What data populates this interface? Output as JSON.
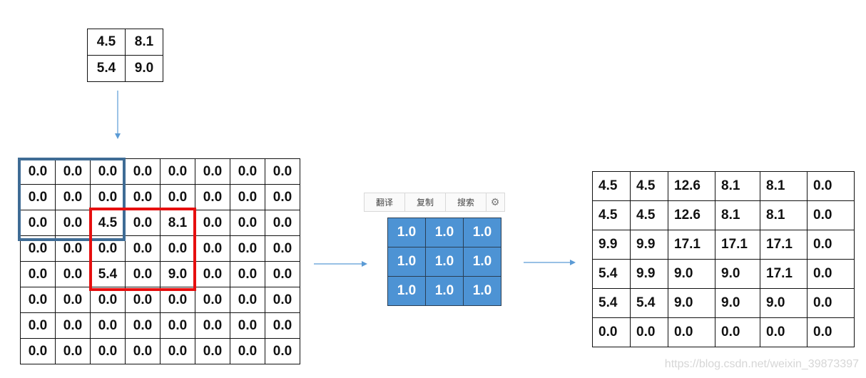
{
  "input_matrix": [
    [
      "4.5",
      "8.1"
    ],
    [
      "5.4",
      "9.0"
    ]
  ],
  "padded_matrix": [
    [
      "0.0",
      "0.0",
      "0.0",
      "0.0",
      "0.0",
      "0.0",
      "0.0",
      "0.0"
    ],
    [
      "0.0",
      "0.0",
      "0.0",
      "0.0",
      "0.0",
      "0.0",
      "0.0",
      "0.0"
    ],
    [
      "0.0",
      "0.0",
      "4.5",
      "0.0",
      "8.1",
      "0.0",
      "0.0",
      "0.0"
    ],
    [
      "0.0",
      "0.0",
      "0.0",
      "0.0",
      "0.0",
      "0.0",
      "0.0",
      "0.0"
    ],
    [
      "0.0",
      "0.0",
      "5.4",
      "0.0",
      "9.0",
      "0.0",
      "0.0",
      "0.0"
    ],
    [
      "0.0",
      "0.0",
      "0.0",
      "0.0",
      "0.0",
      "0.0",
      "0.0",
      "0.0"
    ],
    [
      "0.0",
      "0.0",
      "0.0",
      "0.0",
      "0.0",
      "0.0",
      "0.0",
      "0.0"
    ],
    [
      "0.0",
      "0.0",
      "0.0",
      "0.0",
      "0.0",
      "0.0",
      "0.0",
      "0.0"
    ]
  ],
  "kernel_matrix": [
    [
      "1.0",
      "1.0",
      "1.0"
    ],
    [
      "1.0",
      "1.0",
      "1.0"
    ],
    [
      "1.0",
      "1.0",
      "1.0"
    ]
  ],
  "output_matrix": [
    [
      "4.5",
      "4.5",
      "12.6",
      "8.1",
      "8.1",
      "0.0"
    ],
    [
      "4.5",
      "4.5",
      "12.6",
      "8.1",
      "8.1",
      "0.0"
    ],
    [
      "9.9",
      "9.9",
      "17.1",
      "17.1",
      "17.1",
      "0.0"
    ],
    [
      "5.4",
      "9.9",
      "9.0",
      "9.0",
      "17.1",
      "0.0"
    ],
    [
      "5.4",
      "5.4",
      "9.0",
      "9.0",
      "9.0",
      "0.0"
    ],
    [
      "0.0",
      "0.0",
      "0.0",
      "0.0",
      "0.0",
      "0.0"
    ]
  ],
  "toolbar": {
    "translate_label": "翻译",
    "copy_label": "复制",
    "search_label": "搜索",
    "settings_icon": "gear-icon"
  },
  "watermark": "https://blog.csdn.net/weixin_39873397",
  "colors": {
    "kernel_fill": "#4d93d4",
    "window_blue": "#3f6c95",
    "window_red": "#e60f0f",
    "arrow": "#5b9bd5"
  }
}
